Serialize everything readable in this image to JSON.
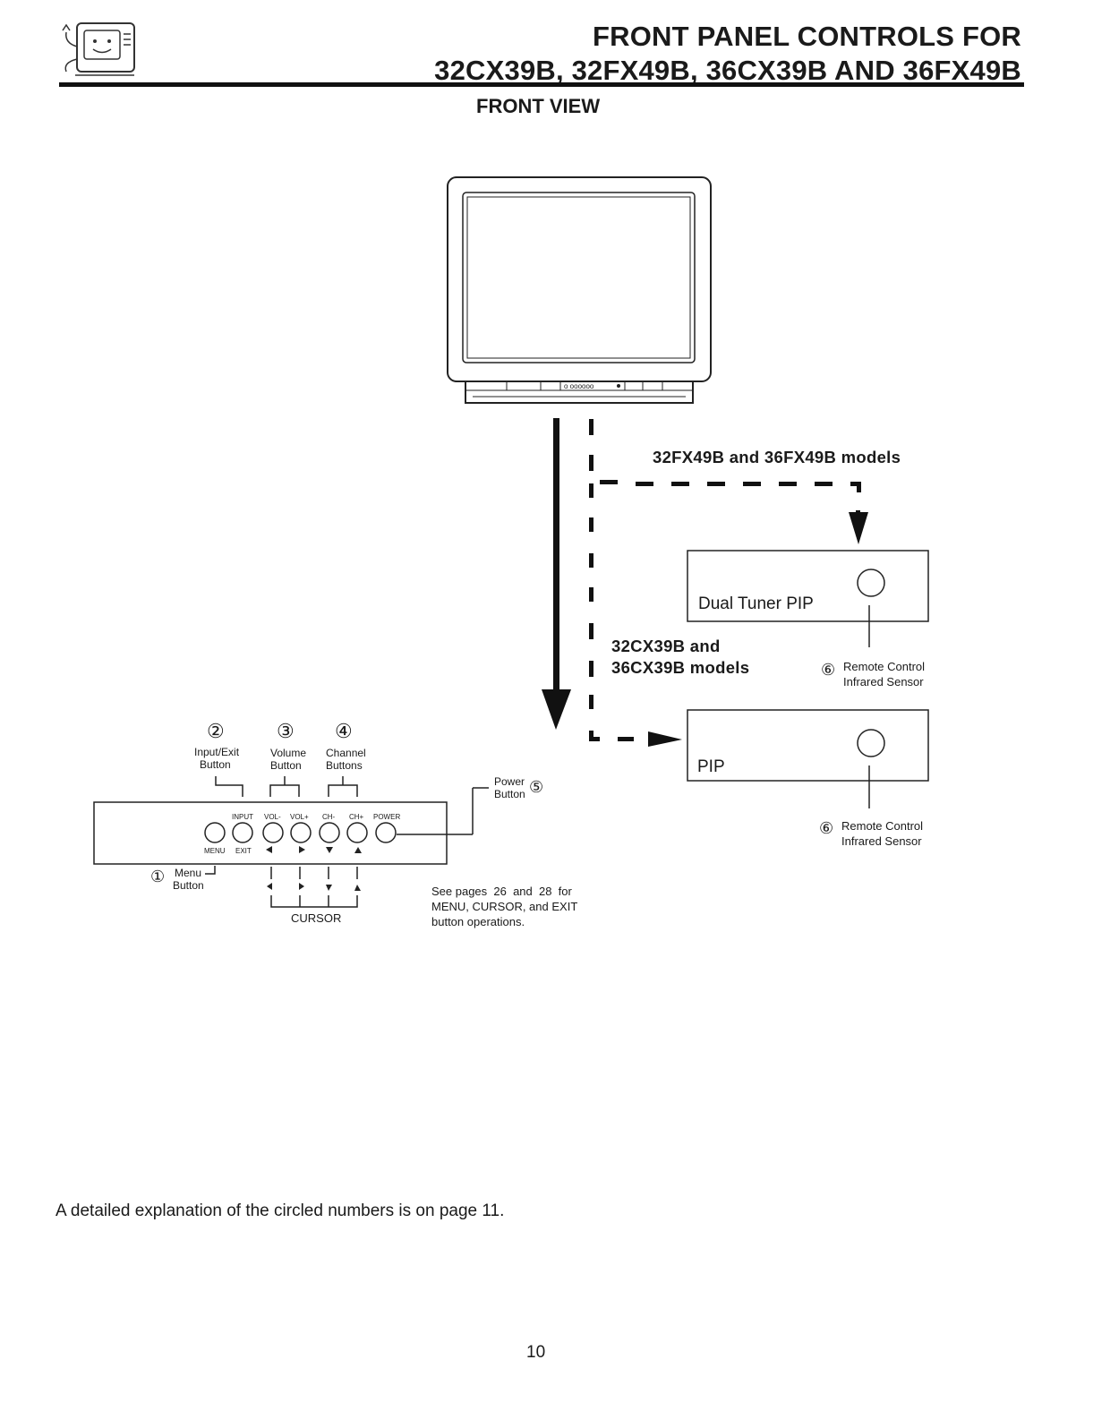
{
  "header": {
    "title_line1": "FRONT PANEL CONTROLS FOR",
    "title_line2": "32CX39B, 32FX49B, 36CX39B AND 36FX49B",
    "subtitle": "FRONT VIEW"
  },
  "diagram": {
    "fx_models_label": "32FX49B and 36FX49B models",
    "cx_models_line1": "32CX39B and",
    "cx_models_line2": "36CX39B models",
    "dual_tuner_box_label": "Dual Tuner PIP",
    "pip_box_label": "PIP",
    "sensor_num": "⑥",
    "sensor_label_line1": "Remote Control",
    "sensor_label_line2": "Infrared Sensor"
  },
  "panel": {
    "callouts": [
      {
        "num": "②",
        "line1": "Input/Exit",
        "line2": "Button"
      },
      {
        "num": "③",
        "line1": "Volume",
        "line2": "Button"
      },
      {
        "num": "④",
        "line1": "Channel",
        "line2": "Buttons"
      }
    ],
    "power": {
      "num": "⑤",
      "line1": "Power",
      "line2": "Button"
    },
    "menu": {
      "num": "①",
      "line1": "Menu",
      "line2": "Button"
    },
    "top_labels": [
      "INPUT",
      "VOL-",
      "VOL+",
      "CH-",
      "CH+",
      "POWER"
    ],
    "bottom_labels": [
      "MENU",
      "EXIT"
    ],
    "cursor_label": "CURSOR",
    "note_line1": "See pages  26  and  28  for",
    "note_line2": "MENU, CURSOR, and EXIT",
    "note_line3": "button operations."
  },
  "footer": {
    "text": "A detailed explanation of the circled numbers is on page 11.",
    "page_number": "10"
  }
}
